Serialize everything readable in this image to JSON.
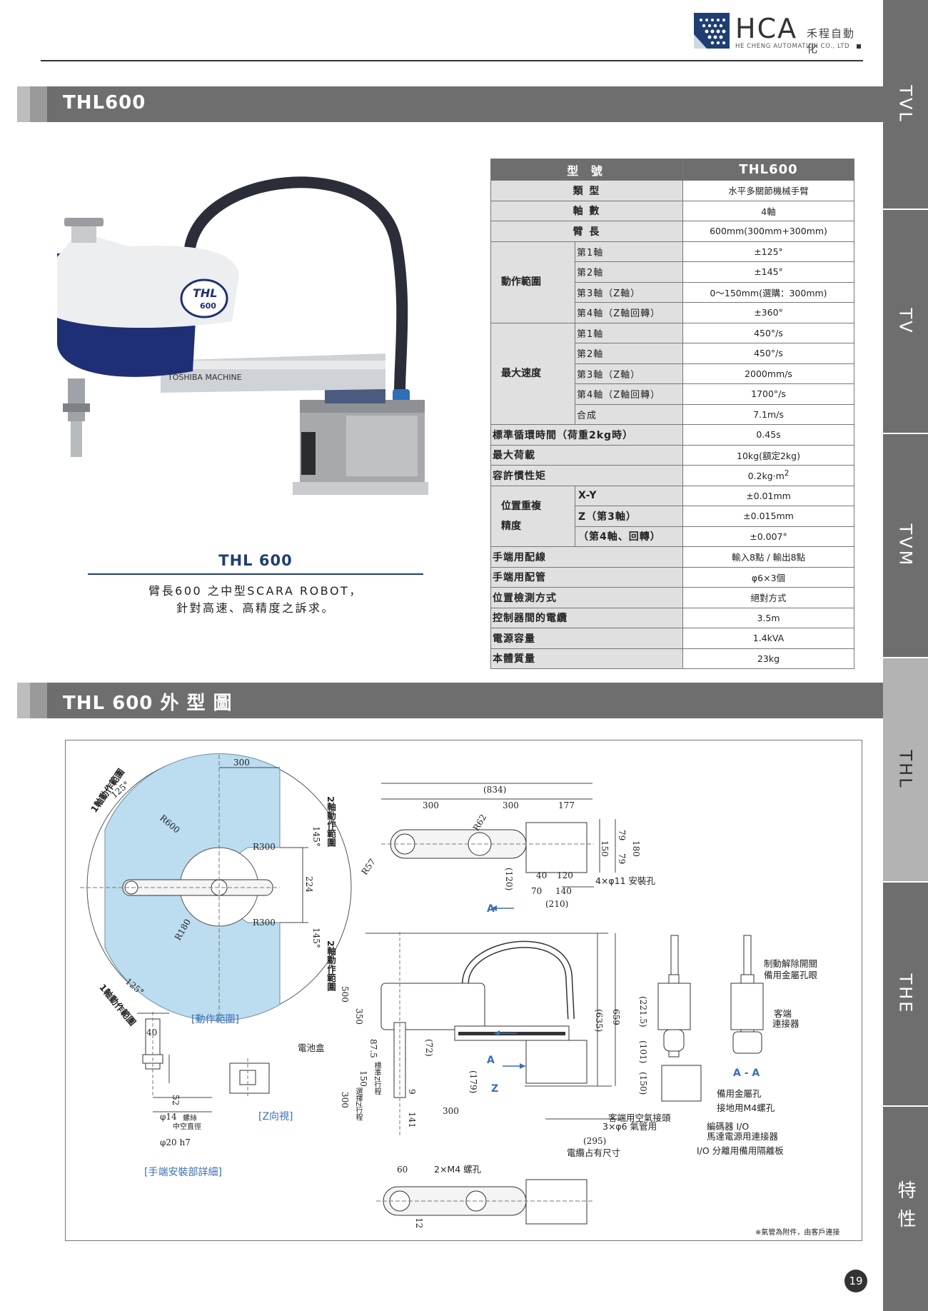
{
  "brand": {
    "name": "HCA",
    "cn_name": "禾程自動化",
    "en_name": "HE CHENG AUTOMATION CO., LTD"
  },
  "side_tabs": [
    "TVL",
    "TV",
    "TVM",
    "THL",
    "THE",
    "特性"
  ],
  "sections": {
    "model_title": "THL600",
    "drawing_title": "THL 600 外 型 圖"
  },
  "product": {
    "robot_brand_label": "TOSHIBA MACHINE",
    "robot_badge_top": "THL",
    "robot_badge_bottom": "600",
    "name": "THL 600",
    "desc_line1": "臂長600 之中型SCARA ROBOT，",
    "desc_line2": "針對高速、高精度之訴求。"
  },
  "spec": {
    "header_label": "型 號",
    "header_model": "THL600",
    "type_label": "類 型",
    "type_value": "水平多關節機械手臂",
    "axes_label": "軸 數",
    "axes_value": "4軸",
    "arm_label": "臂 長",
    "arm_value": "600mm(300mm+300mm)",
    "range_label": "動作範圍",
    "range_rows": [
      {
        "sub": "第1軸",
        "value": "±125°"
      },
      {
        "sub": "第2軸",
        "value": "±145°"
      },
      {
        "sub": "第3軸（Z軸）",
        "value": "0～150mm(選購：300mm)"
      },
      {
        "sub": "第4軸（Z軸回轉）",
        "value": "±360°"
      }
    ],
    "speed_label": "最大速度",
    "speed_rows": [
      {
        "sub": "第1軸",
        "value": "450°/s"
      },
      {
        "sub": "第2軸",
        "value": "450°/s"
      },
      {
        "sub": "第3軸（Z軸）",
        "value": "2000mm/s"
      },
      {
        "sub": "第4軸（Z軸回轉）",
        "value": "1700°/s"
      },
      {
        "sub": "合成",
        "value": "7.1m/s"
      }
    ],
    "cycle_label": "標準循環時間（荷重2kg時）",
    "cycle_value": "0.45s",
    "payload_label": "最大荷載",
    "payload_value": "10kg(額定2kg)",
    "inertia_label": "容許慣性矩",
    "inertia_value": "0.2kg·m",
    "inertia_sup": "2",
    "repeat_label_1": "位置重複",
    "repeat_label_2": "精度",
    "repeat_rows": [
      {
        "sub": "X-Y",
        "value": "±0.01mm"
      },
      {
        "sub": "Z（第3軸）",
        "value": "±0.015mm"
      },
      {
        "sub": "（第4軸、回轉）",
        "value": "±0.007°"
      }
    ],
    "other_rows": [
      {
        "label": "手端用配線",
        "value": "輸入8點 / 輸出8點"
      },
      {
        "label": "手端用配管",
        "value": "φ6×3個"
      },
      {
        "label": "位置檢測方式",
        "value": "絕對方式"
      },
      {
        "label": "控制器間的電纜",
        "value": "3.5m"
      },
      {
        "label": "電源容量",
        "value": "1.4kVA"
      },
      {
        "label": "本體質量",
        "value": "23kg"
      }
    ]
  },
  "drawing": {
    "range_axis1": "1軸動作範圍",
    "range_axis2": "2軸動作範圍",
    "deg125": "125°",
    "deg145": "145°",
    "r600": "R600",
    "r300a": "R300",
    "r300b": "R300",
    "r180": "R180",
    "d300_top": "300",
    "d224": "224",
    "caption_range": "[動作範圍]",
    "caption_z": "[Z向視]",
    "caption_hand": "[手端安裝部詳細]",
    "battery_box": "電池盒",
    "hand_d40": "40",
    "hand_d52": "52",
    "hand_phi14": "φ14",
    "hand_screw": "螺絲",
    "hand_hollow": "中空直徑",
    "hand_phi20": "φ20 h7",
    "top_834": "(834)",
    "top_300a": "300",
    "top_300b": "300",
    "top_177": "177",
    "top_r62": "R62",
    "top_r57": "R57",
    "top_150": "150",
    "top_79a": "79",
    "top_79b": "79",
    "top_180": "180",
    "top_120p": "(120)",
    "top_40": "40",
    "top_120": "120",
    "top_70": "70",
    "top_140": "140",
    "top_210": "(210)",
    "top_holes": "4×φ11 安裝孔",
    "arrow_a": "A",
    "arrow_z": "Z",
    "side_500": "500",
    "side_350": "350",
    "side_875": "87.5",
    "side_72": "(72)",
    "side_150": "150",
    "side_stroke_std": "標準Z行程",
    "side_300": "300",
    "side_stroke_opt": "選擇Z行程",
    "side_9": "9",
    "side_141": "141",
    "side_179": "(179)",
    "side_300b": "300",
    "side_635": "(635)",
    "side_659": "659",
    "side_295": "(295)",
    "cable_space": "電纜占有尺寸",
    "air_joint": "客端用空氣接頭",
    "air_tube": "3×φ6 氣管用",
    "rear_2215": "(221.5)",
    "rear_101": "(101)",
    "rear_150": "(150)",
    "aa_label": "A - A",
    "brake_release": "制動解除開關",
    "spare_hole": "備用金屬孔眼",
    "client_conn_1": "客端",
    "client_conn_2": "連接器",
    "spare_hole2": "備用金屬孔",
    "ground_m4": "接地用M4螺孔",
    "encoder_io": "編碼器 I/O",
    "motor_power": "馬達電源用連接器",
    "io_sep": "I/O 分離用備用隔離板",
    "bottom_60": "60",
    "bottom_m4": "2×M4  螺孔",
    "bottom_12": "12",
    "footnote": "※氣管為附件，由客戶連接"
  },
  "page_number": "19",
  "colors": {
    "bar_gray": "#6e6e6e",
    "accent_blue": "#1f3e73",
    "range_blue": "#bcdcef",
    "note_blue": "#3a6fb5"
  }
}
